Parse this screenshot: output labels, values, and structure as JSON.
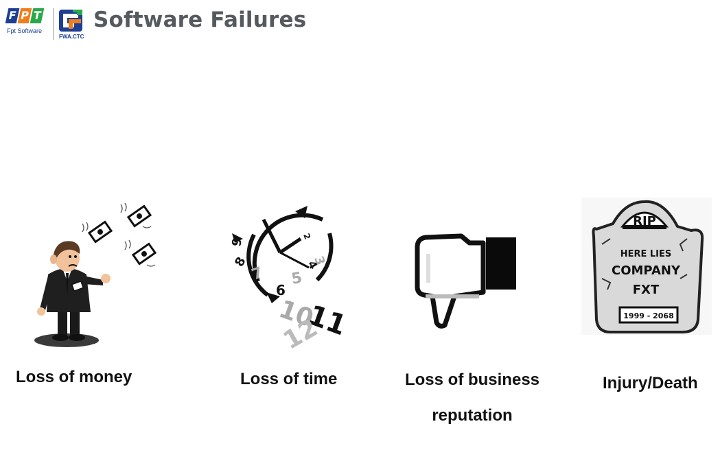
{
  "header": {
    "title": "Software Failures",
    "fpt_letters": [
      "F",
      "P",
      "T"
    ],
    "fpt_sub": "Fpt Software",
    "fwa_text": "FWA.CTC",
    "colors": {
      "fpt_f": "#1c3f94",
      "fpt_p": "#f07d1a",
      "fpt_t": "#2aa84a",
      "title": "#555a5f"
    }
  },
  "items": [
    {
      "caption": "Loss of money",
      "icon": "businessman-losing-money-icon"
    },
    {
      "caption": "Loss of time",
      "icon": "clock-time-flying-icon"
    },
    {
      "caption": "Loss of business",
      "caption2": "reputation",
      "icon": "thumbs-down-icon"
    },
    {
      "caption": "Injury/Death",
      "icon": "tombstone-icon"
    }
  ],
  "clock_numbers": [
    "2",
    "3",
    "4",
    "5",
    "6",
    "7",
    "8",
    "9",
    "10",
    "11",
    "12"
  ],
  "tombstone": {
    "rip": "RIP",
    "line1": "HERE LIES",
    "line2": "COMPANY",
    "line3": "FXT",
    "years": "1999 - 2068"
  }
}
